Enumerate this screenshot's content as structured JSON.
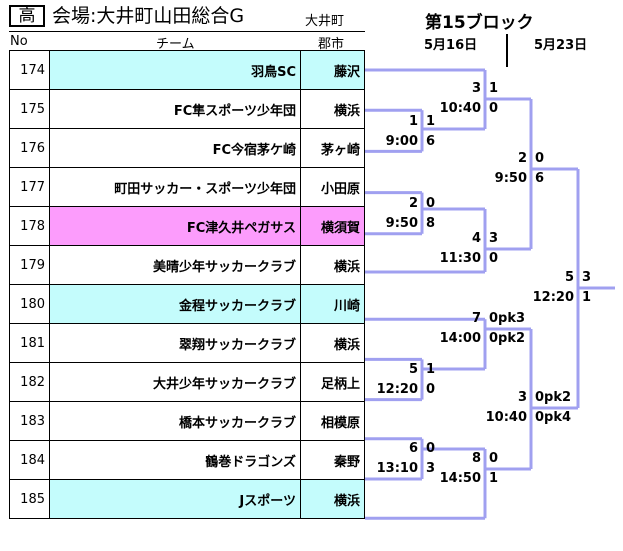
{
  "header": {
    "category_badge": "高",
    "venue": "会場:大井町山田総合G",
    "town": "大井町",
    "block": "第15ブロック",
    "date_round1": "5月16日",
    "date_round2": "5月23日",
    "columns": {
      "no": "No",
      "team": "チーム",
      "city": "郡市"
    }
  },
  "colors": {
    "bracket_line": "#a0a0f0",
    "highlight_cyan": "#c4fcfc",
    "highlight_pink": "#fc9cfc"
  },
  "teams": [
    {
      "no": "174",
      "name": "羽鳥SC",
      "city": "藤沢",
      "highlight": "cyan"
    },
    {
      "no": "175",
      "name": "FC隼スポーツ少年団",
      "city": "横浜",
      "highlight": ""
    },
    {
      "no": "176",
      "name": "FC今宿茅ケ崎",
      "city": "茅ヶ崎",
      "highlight": ""
    },
    {
      "no": "177",
      "name": "町田サッカー・スポーツ少年団",
      "city": "小田原",
      "highlight": ""
    },
    {
      "no": "178",
      "name": "FC津久井ペガサス",
      "city": "横須賀",
      "highlight": "pink"
    },
    {
      "no": "179",
      "name": "美晴少年サッカークラブ",
      "city": "横浜",
      "highlight": ""
    },
    {
      "no": "180",
      "name": "金程サッカークラブ",
      "city": "川崎",
      "highlight": "cyan"
    },
    {
      "no": "181",
      "name": "翠翔サッカークラブ",
      "city": "横浜",
      "highlight": ""
    },
    {
      "no": "182",
      "name": "大井少年サッカークラブ",
      "city": "足柄上",
      "highlight": ""
    },
    {
      "no": "183",
      "name": "橋本サッカークラブ",
      "city": "相模原",
      "highlight": ""
    },
    {
      "no": "184",
      "name": "鶴巻ドラゴンズ",
      "city": "秦野",
      "highlight": ""
    },
    {
      "no": "185",
      "name": "Jスポーツ",
      "city": "横浜",
      "highlight": "cyan"
    }
  ],
  "matches": [
    {
      "game": "1",
      "time": "9:00",
      "score_top": "1",
      "score_bottom": "6"
    },
    {
      "game": "3",
      "time": "10:40",
      "score_top": "1",
      "score_bottom": "0"
    },
    {
      "game": "2",
      "time": "9:50",
      "score_top": "0",
      "score_bottom": "8"
    },
    {
      "game": "4",
      "time": "11:30",
      "score_top": "3",
      "score_bottom": "0"
    },
    {
      "game": "2",
      "time": "9:50",
      "score_top": "0",
      "score_bottom": "6"
    },
    {
      "game": "5",
      "time": "12:20",
      "score_top": "1",
      "score_bottom": "0"
    },
    {
      "game": "7",
      "time": "14:00",
      "score_top": "0pk3",
      "score_bottom": "0pk2"
    },
    {
      "game": "6",
      "time": "13:10",
      "score_top": "0",
      "score_bottom": "3"
    },
    {
      "game": "8",
      "time": "14:50",
      "score_top": "0",
      "score_bottom": "1"
    },
    {
      "game": "3",
      "time": "10:40",
      "score_top": "0pk2",
      "score_bottom": "0pk4"
    },
    {
      "game": "5",
      "time": "12:20",
      "score_top": "3",
      "score_bottom": "1"
    }
  ]
}
